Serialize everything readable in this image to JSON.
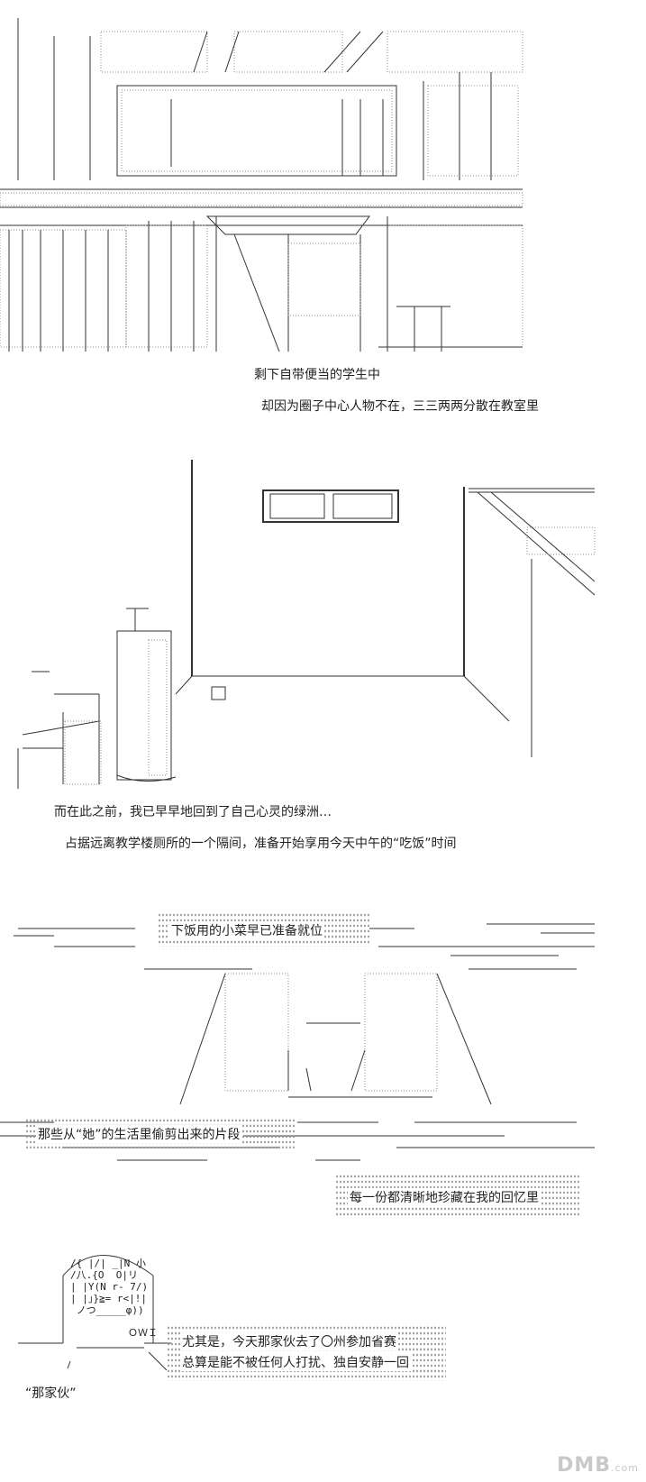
{
  "panel1": {
    "caption1": "剩下自带便当的学生中",
    "caption2": "却因为圈子中心人物不在，三三两两分散在教室里"
  },
  "panel2": {
    "caption1": "而在此之前，我已早早地回到了自己心灵的绿洲…",
    "caption2": "占据远离教学楼厕所的一个隔间，准备开始享用今天中午的“吃饭”时间"
  },
  "panel3": {
    "box_top": "下饭用的小菜早已准备就位",
    "box_middle": "那些从“她”的生活里偷剪出来的片段",
    "box_right": "每一份都清晰地珍藏在我的回忆里"
  },
  "panel4": {
    "face_text": "ＯＷＩ",
    "line1": "尤其是，今天那家伙去了〇州参加省赛",
    "line2": "总算是能不被任何人打扰、独自安静一回",
    "label": "“那家伙”"
  },
  "watermark": {
    "text": "DMB",
    "sub": ".com"
  }
}
